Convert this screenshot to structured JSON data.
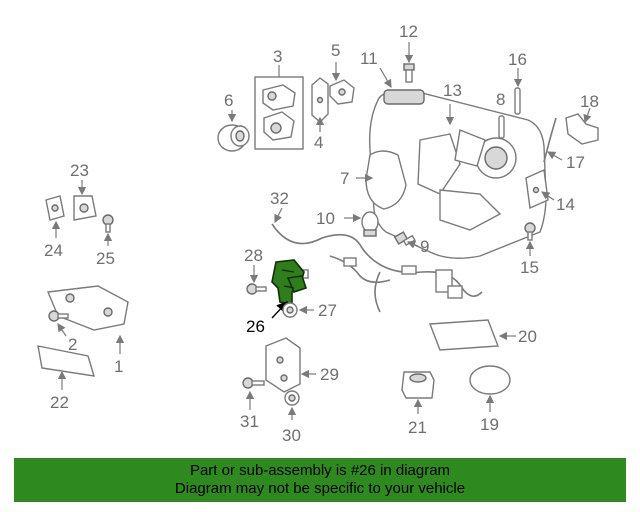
{
  "callouts": {
    "c1": "1",
    "c2": "2",
    "c3": "3",
    "c4": "4",
    "c5": "5",
    "c6": "6",
    "c7": "7",
    "c8": "8",
    "c9": "9",
    "c10": "10",
    "c11": "11",
    "c12": "12",
    "c13": "13",
    "c14": "14",
    "c15": "15",
    "c16": "16",
    "c17": "17",
    "c18": "18",
    "c19": "19",
    "c20": "20",
    "c21": "21",
    "c22": "22",
    "c23": "23",
    "c24": "24",
    "c25": "25",
    "c26": "26",
    "c27": "27",
    "c28": "28",
    "c29": "29",
    "c30": "30",
    "c31": "31",
    "c32": "32"
  },
  "highlighted_part": "26",
  "banner": {
    "line1": "Part or sub-assembly is #26 in diagram",
    "line2": "Diagram may not be specific to your vehicle"
  },
  "colors": {
    "banner_bg": "#2e8a1e",
    "highlight": "#2f7d1c",
    "line_gray": "#7a7a7a"
  }
}
